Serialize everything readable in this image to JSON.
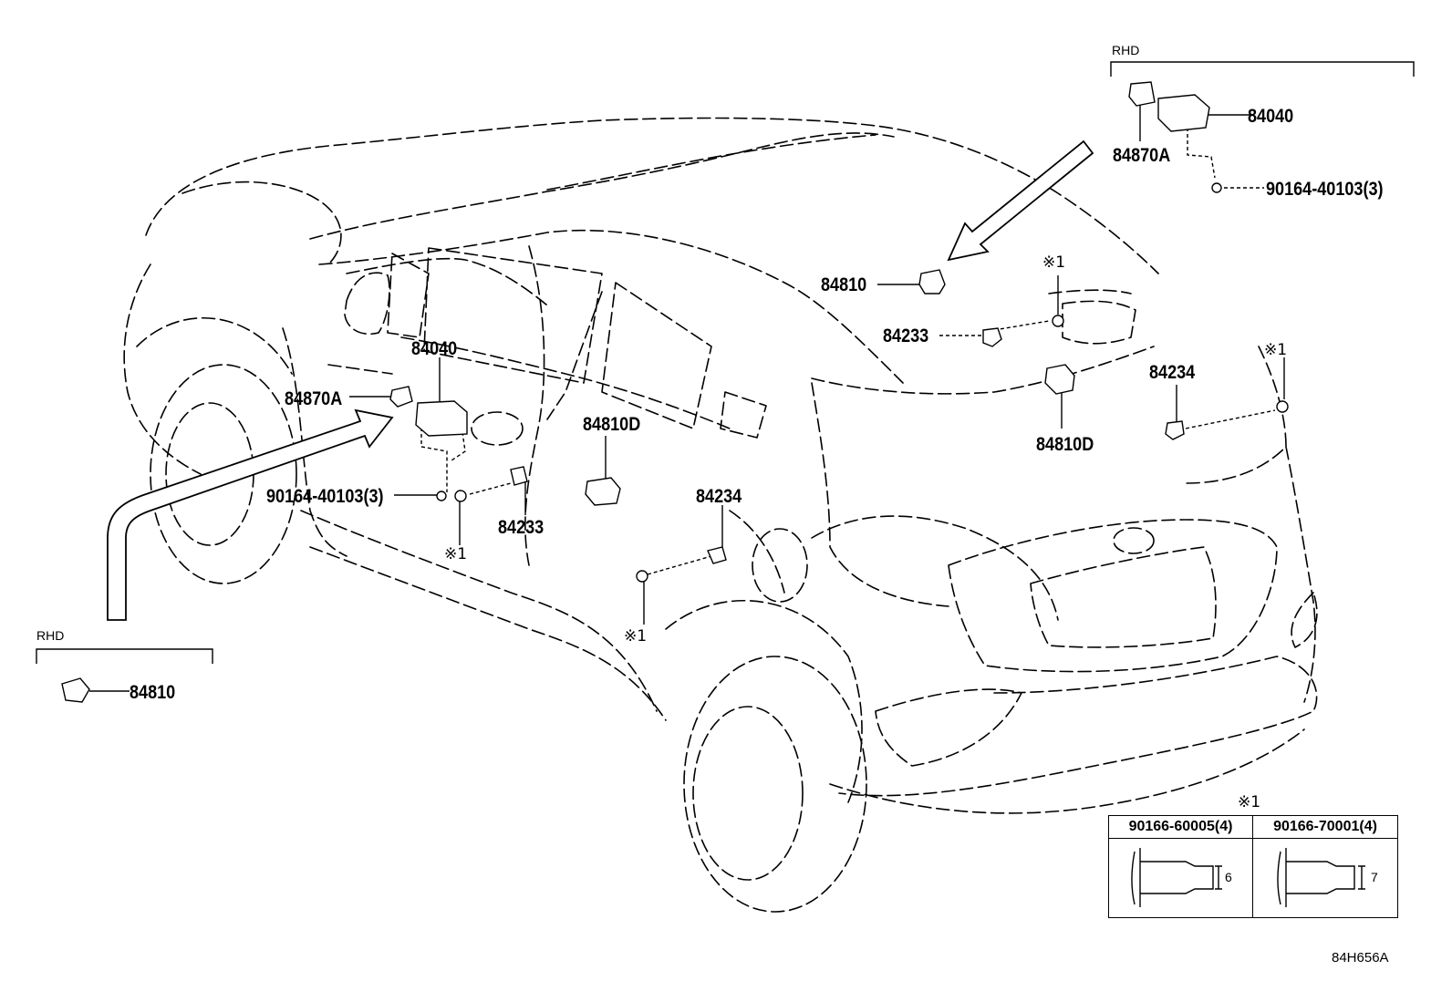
{
  "diagram": {
    "part_labels": {
      "top_84810": "84810",
      "top_84233": "84233",
      "top_84810D": "84810D",
      "top_84234": "84234",
      "left_84040": "84040",
      "left_84870A": "84870A",
      "left_84810D": "84810D",
      "left_90164": "90164-40103(3)",
      "left_84233": "84233",
      "left_84234": "84234",
      "rhd_top_84040": "84040",
      "rhd_top_84870A": "84870A",
      "rhd_top_90164": "90164-40103(3)",
      "rhd_bottom_84810": "84810"
    },
    "rhd_labels": {
      "top": "RHD",
      "bottom": "RHD"
    },
    "note_marks": {
      "m1": "※1",
      "m2": "※1",
      "m3": "※1",
      "m4": "※1",
      "table_mark": "※1"
    },
    "table": {
      "col1_header": "90166-60005(4)",
      "col2_header": "90166-70001(4)",
      "col1_dim": "6",
      "col2_dim": "7"
    },
    "figure_code": "84H656A",
    "colors": {
      "line": "#000000",
      "background": "#ffffff"
    }
  }
}
